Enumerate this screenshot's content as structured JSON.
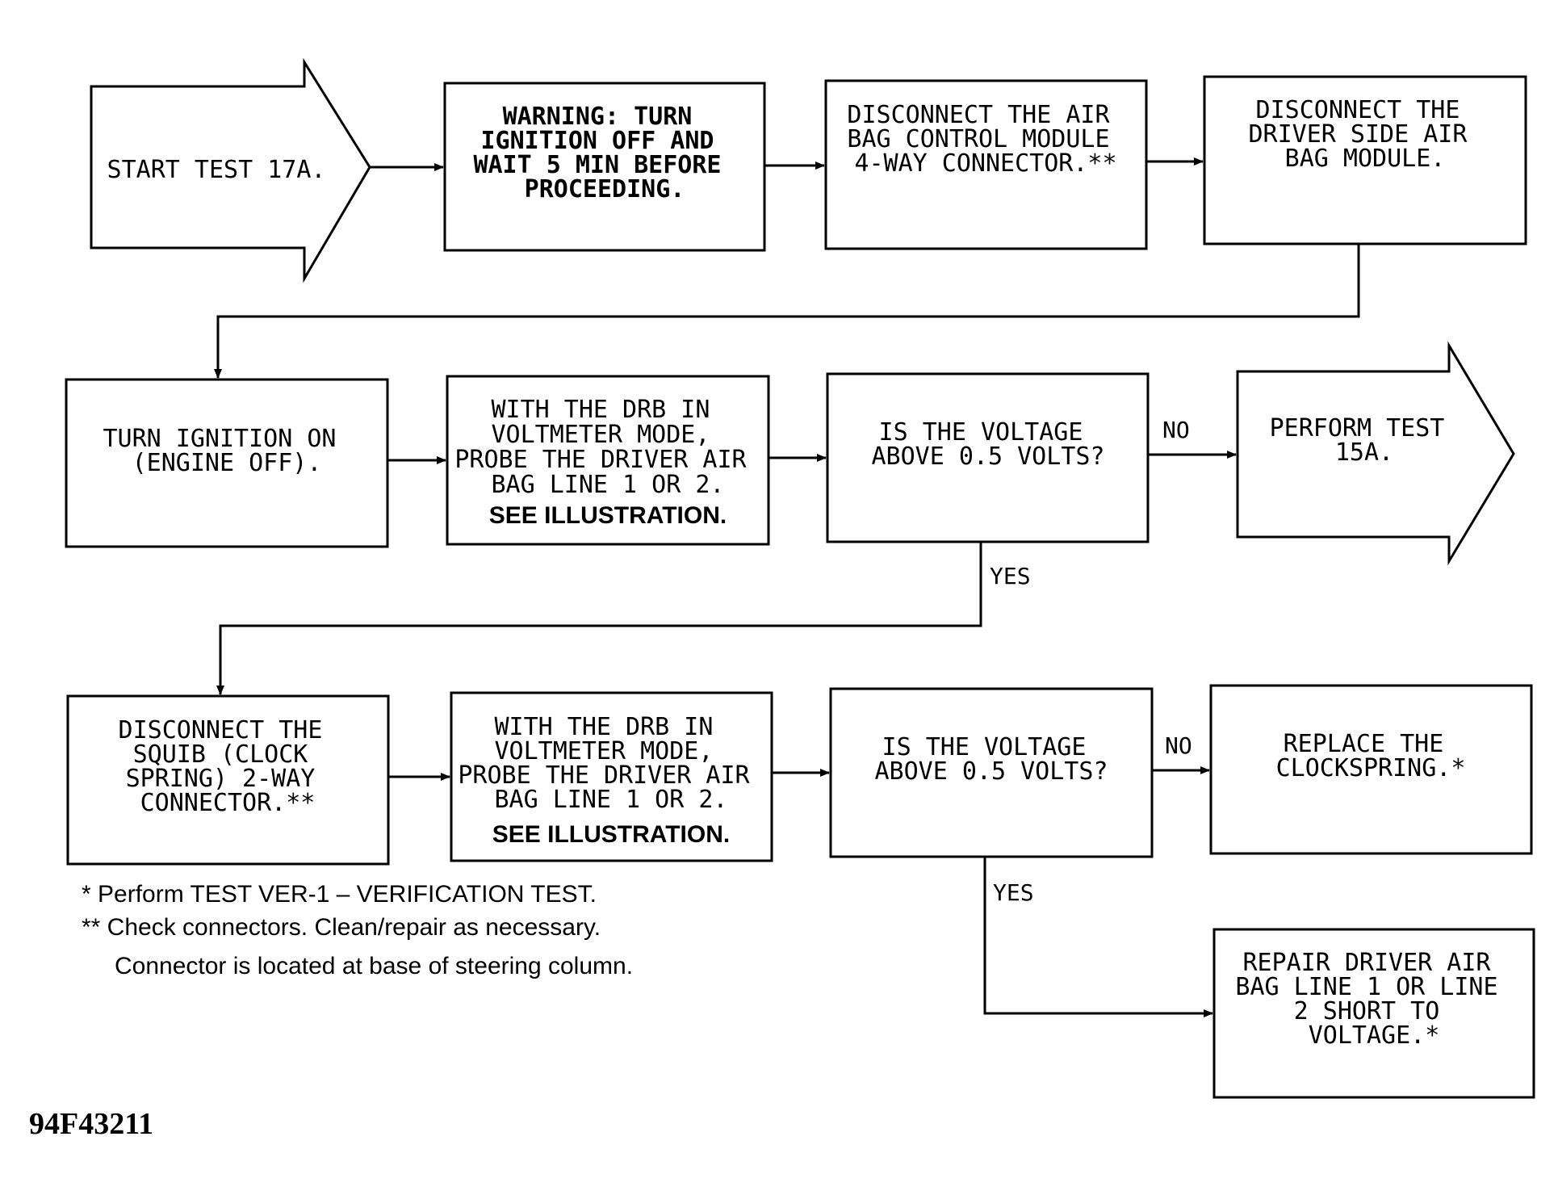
{
  "nodes": {
    "start": {
      "lines": [
        "START TEST 17A."
      ]
    },
    "warning": {
      "lines": [
        "WARNING: TURN",
        "IGNITION OFF AND",
        "WAIT 5 MIN BEFORE",
        "PROCEEDING."
      ]
    },
    "disconnect_acm": {
      "lines": [
        "DISCONNECT THE AIR",
        "BAG CONTROL MODULE",
        "4-WAY CONNECTOR.**"
      ]
    },
    "disconnect_driver_module": {
      "lines": [
        "DISCONNECT THE",
        "DRIVER SIDE AIR",
        "BAG MODULE."
      ]
    },
    "ignition_on": {
      "lines": [
        "TURN IGNITION ON",
        "(ENGINE OFF)."
      ]
    },
    "probe_1": {
      "lines": [
        "WITH THE DRB IN",
        "VOLTMETER MODE,",
        "PROBE THE DRIVER AIR",
        "BAG LINE 1 OR 2."
      ],
      "note": "SEE ILLUSTRATION."
    },
    "decision_1": {
      "lines": [
        "IS THE VOLTAGE",
        "ABOVE 0.5 VOLTS?"
      ]
    },
    "perform_15a": {
      "lines": [
        "PERFORM TEST",
        "15A."
      ]
    },
    "disconnect_squib": {
      "lines": [
        "DISCONNECT THE",
        "SQUIB (CLOCK",
        "SPRING) 2-WAY",
        "CONNECTOR.**"
      ]
    },
    "probe_2": {
      "lines": [
        "WITH THE DRB IN",
        "VOLTMETER MODE,",
        "PROBE THE DRIVER AIR",
        "BAG LINE 1 OR 2."
      ],
      "note": "SEE ILLUSTRATION."
    },
    "decision_2": {
      "lines": [
        "IS THE VOLTAGE",
        "ABOVE 0.5 VOLTS?"
      ]
    },
    "replace_clockspring": {
      "lines": [
        "REPLACE THE",
        "CLOCKSPRING.*"
      ]
    },
    "repair_line": {
      "lines": [
        "REPAIR DRIVER AIR",
        "BAG LINE 1 OR LINE",
        "2 SHORT TO",
        "VOLTAGE.*"
      ]
    }
  },
  "edge_labels": {
    "d1_no": "NO",
    "d1_yes": "YES",
    "d2_no": "NO",
    "d2_yes": "YES"
  },
  "footnotes": [
    "* Perform TEST VER-1 – VERIFICATION TEST.",
    "** Check connectors. Clean/repair as necessary.",
    "Connector is located at base of steering column."
  ],
  "figure_id": "94F43211"
}
